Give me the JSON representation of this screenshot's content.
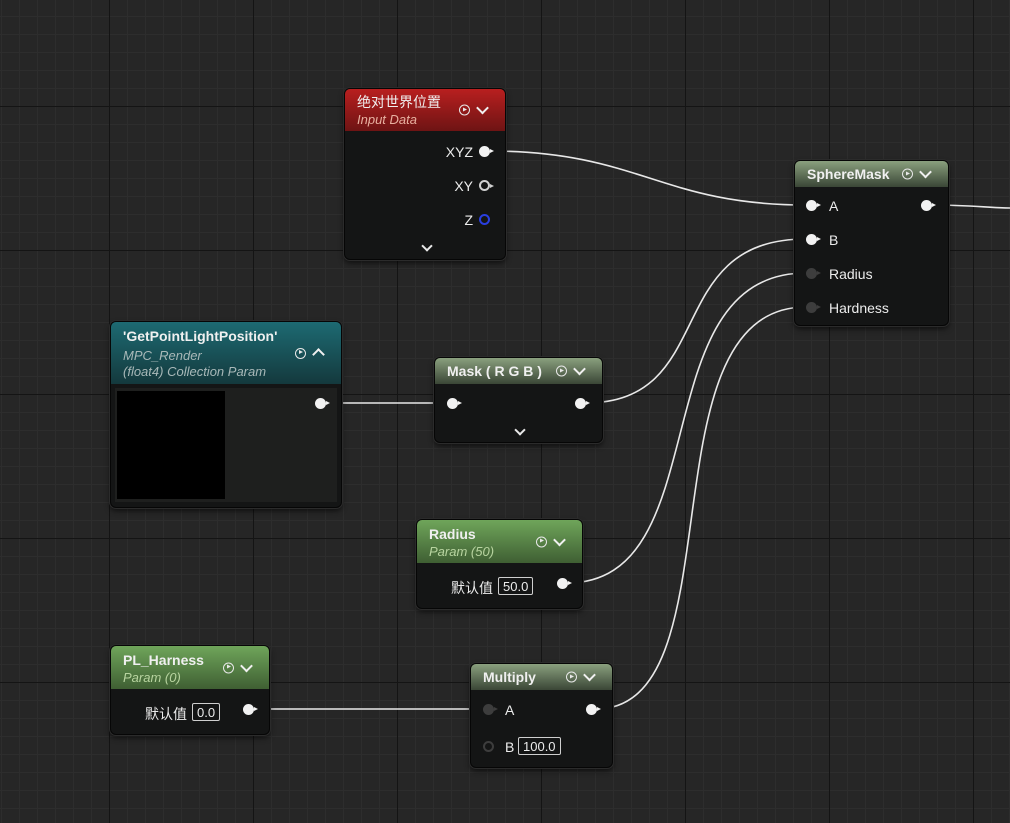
{
  "nodes": {
    "absolute_world_position": {
      "title": "绝对世界位置",
      "subtitle": "Input Data",
      "outputs": [
        "XYZ",
        "XY",
        "Z"
      ]
    },
    "collection_param": {
      "title": "'GetPointLightPosition'",
      "subtitle_line1": "MPC_Render",
      "subtitle_line2": "(float4) Collection Param"
    },
    "mask": {
      "title": "Mask ( R G B )"
    },
    "sphere_mask": {
      "title": "SphereMask",
      "inputs": [
        "A",
        "B",
        "Radius",
        "Hardness"
      ]
    },
    "radius_param": {
      "title": "Radius",
      "subtitle": "Param (50)",
      "default_label": "默认值",
      "default_value": "50.0"
    },
    "pl_harness": {
      "title": "PL_Harness",
      "subtitle": "Param (0)",
      "default_label": "默认值",
      "default_value": "0.0"
    },
    "multiply": {
      "title": "Multiply",
      "input_a": "A",
      "input_b": "B",
      "b_value": "100.0"
    }
  },
  "colors": {
    "canvas": "#262626",
    "header_input_data": "#b81f1f",
    "header_collection_param": "#1d6a72",
    "header_param": "#6fa55a",
    "header_function": "#8aa07e",
    "wire": "#e8e8e8",
    "pin_z": "#2a3fe0"
  },
  "icons": [
    "play-circle-icon",
    "chevron-down-icon",
    "chevron-up-icon",
    "expand-chevron-icon"
  ]
}
